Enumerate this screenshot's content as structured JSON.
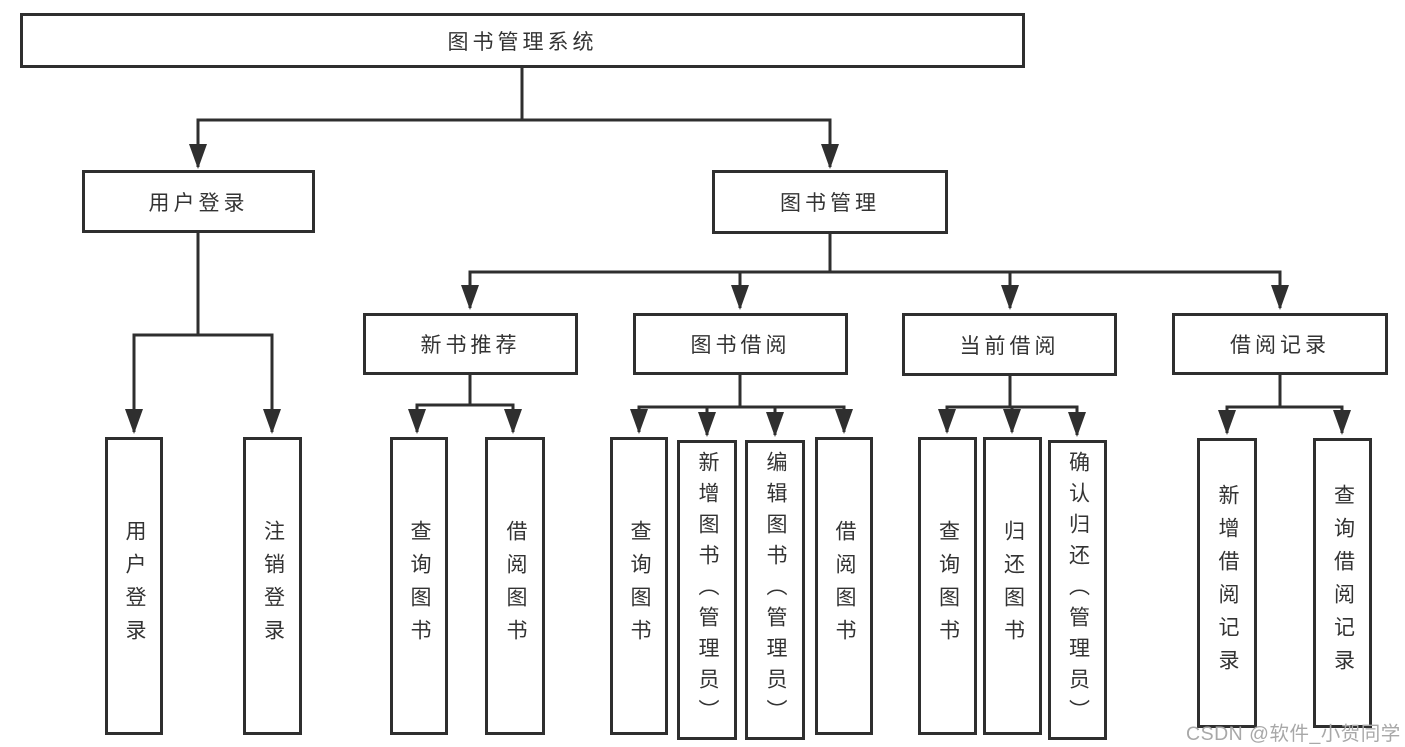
{
  "diagram": {
    "root": {
      "label": "图书管理系统"
    },
    "user_login": {
      "label": "用户登录",
      "children": [
        {
          "label": "用户登录"
        },
        {
          "label": "注销登录"
        }
      ]
    },
    "book_management": {
      "label": "图书管理",
      "groups": [
        {
          "label": "新书推荐",
          "children": [
            {
              "label": "查询图书"
            },
            {
              "label": "借阅图书"
            }
          ]
        },
        {
          "label": "图书借阅",
          "children": [
            {
              "label": "查询图书"
            },
            {
              "label": "新增图书（管理员）"
            },
            {
              "label": "编辑图书（管理员）"
            },
            {
              "label": "借阅图书"
            }
          ]
        },
        {
          "label": "当前借阅",
          "children": [
            {
              "label": "查询图书"
            },
            {
              "label": "归还图书"
            },
            {
              "label": "确认归还（管理员）"
            }
          ]
        },
        {
          "label": "借阅记录",
          "children": [
            {
              "label": "新增借阅记录"
            },
            {
              "label": "查询借阅记录"
            }
          ]
        }
      ]
    }
  },
  "watermark": {
    "text": "CSDN @软件_小贺同学"
  },
  "colors": {
    "line": "#2f2f2f",
    "border": "#2f2f2f",
    "text": "#333333",
    "watermark": "#a8a8a8",
    "background": "#ffffff"
  }
}
